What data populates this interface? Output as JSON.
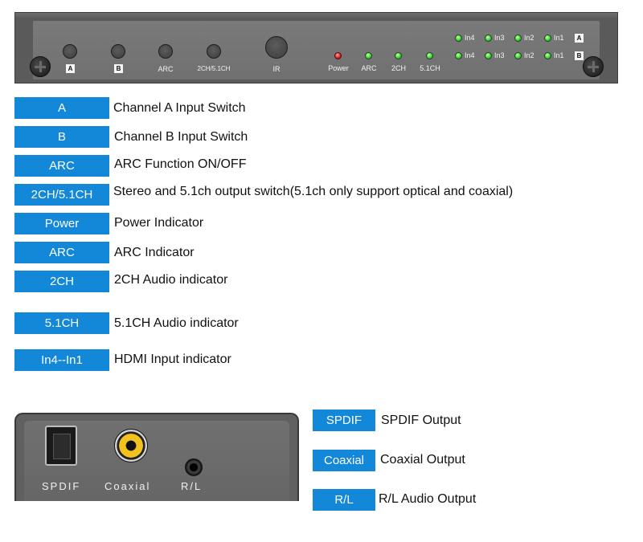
{
  "front_panel": {
    "button_labels": {
      "a": "A",
      "b": "B",
      "arc": "ARC",
      "mode": "2CH/5.1CH",
      "ir": "IR"
    },
    "indicator_labels": {
      "power": "Power",
      "arc": "ARC",
      "ch2": "2CH",
      "ch51": "5.1CH"
    },
    "hdmi_leds_row_a": [
      "In4",
      "In3",
      "In2",
      "In1"
    ],
    "hdmi_leds_row_b": [
      "In4",
      "In3",
      "In2",
      "In1"
    ],
    "row_a_label": "A",
    "row_b_label": "B"
  },
  "legend": [
    {
      "tag": "A",
      "desc": "Channel A Input Switch"
    },
    {
      "tag": "B",
      "desc": "Channel B Input Switch"
    },
    {
      "tag": "ARC",
      "desc": "ARC Function ON/OFF"
    },
    {
      "tag": "2CH/5.1CH",
      "desc": "Stereo and 5.1ch output switch(5.1ch only support optical and coaxial)"
    },
    {
      "tag": "Power",
      "desc": "Power Indicator"
    },
    {
      "tag": "ARC",
      "desc": "ARC Indicator"
    },
    {
      "tag": "2CH",
      "desc": "2CH Audio indicator"
    },
    {
      "tag": "5.1CH",
      "desc": "5.1CH Audio indicator"
    },
    {
      "tag": "In4--In1",
      "desc": "HDMI Input indicator"
    }
  ],
  "rear_panel": {
    "labels": {
      "spdif": "SPDIF",
      "coaxial": "Coaxial",
      "rl": "R/L"
    }
  },
  "rear_legend": [
    {
      "tag": "SPDIF",
      "desc": "SPDIF Output"
    },
    {
      "tag": "Coaxial",
      "desc": "Coaxial Output"
    },
    {
      "tag": "R/L",
      "desc": "R/L Audio Output"
    }
  ],
  "colors": {
    "tag_blue": "#1488d8",
    "led_green": "#3fd24a",
    "led_red": "#e32020",
    "coax_gold": "#f3c21e"
  }
}
